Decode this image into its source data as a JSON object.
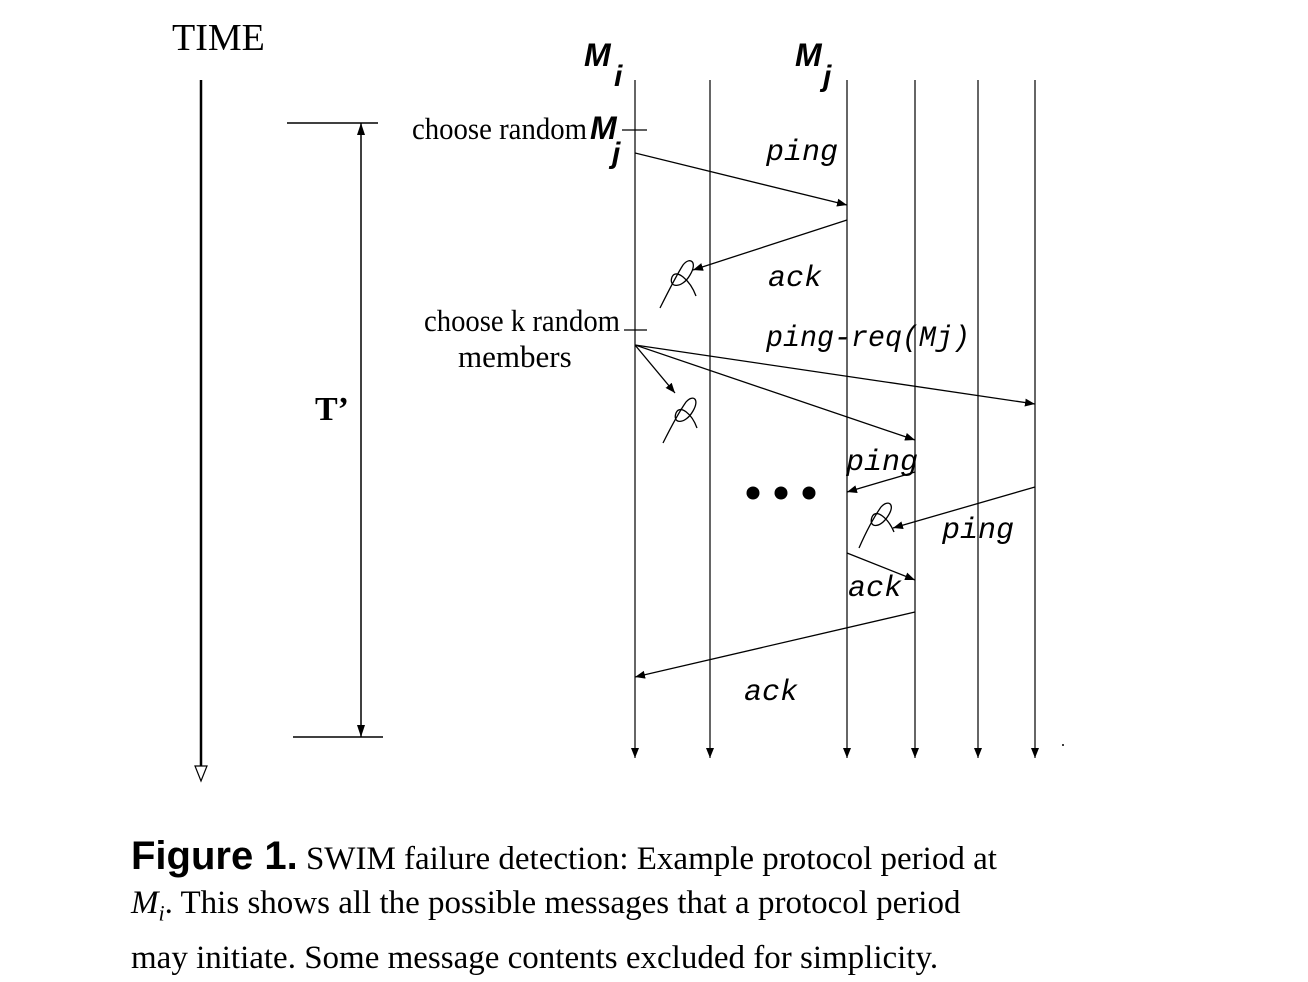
{
  "diagram": {
    "time_label": "TIME",
    "period_label": "T’",
    "member_i": {
      "letter": "M",
      "sub": "i"
    },
    "member_j": {
      "letter": "M",
      "sub": "j"
    },
    "annotations": {
      "choose_random_text": "choose random",
      "choose_random_member": {
        "letter": "M",
        "sub": "j"
      },
      "choose_k_line1": "choose k random",
      "choose_k_line2": "members"
    },
    "messages": {
      "ping_direct": "ping",
      "ack_direct": "ack",
      "ping_req": "ping-req(Mj)",
      "ping_indirect_a": "ping",
      "ping_indirect_b": "ping",
      "ack_indirect": "ack",
      "ack_final": "ack"
    }
  },
  "caption": {
    "figure_label": "Figure 1.",
    "line1_rest": "SWIM failure detection: Example protocol period at",
    "line2_var": "M",
    "line2_var_sub": "i",
    "line2_rest": ". This shows all the possible messages that a protocol period",
    "line3": "may initiate. Some message contents excluded for simplicity."
  }
}
